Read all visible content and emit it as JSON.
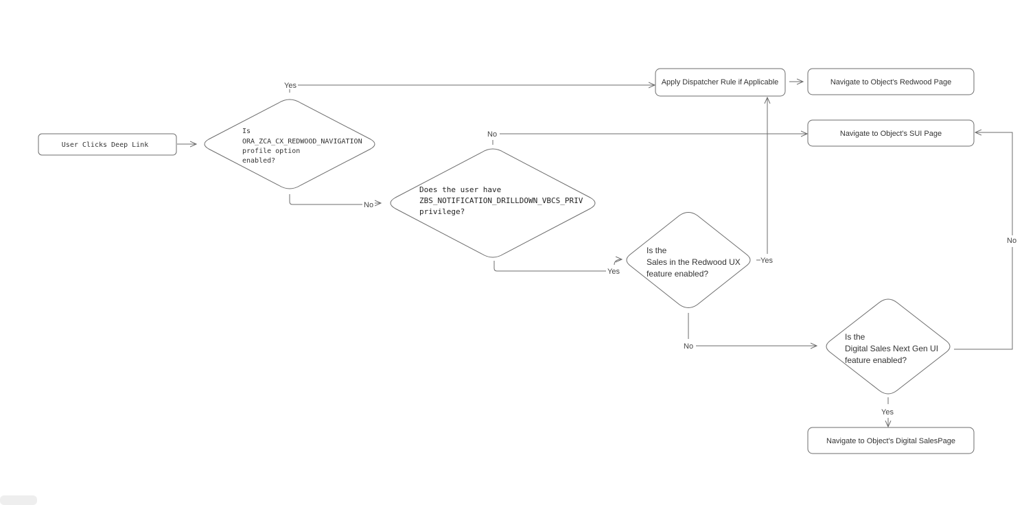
{
  "nodes": {
    "start": "User Clicks Deep Link",
    "decision_profile": [
      "Is",
      "ORA_ZCA_CX_REDWOOD_NAVIGATION",
      "profile option",
      "enabled?"
    ],
    "decision_privilege": [
      "Does the user have",
      "ZBS_NOTIFICATION_DRILLDOWN_VBCS_PRIV",
      "privilege?"
    ],
    "decision_sales_redwood": [
      "Is the",
      "Sales in the Redwood UX",
      "feature enabled?"
    ],
    "decision_digital_sales": [
      "Is the",
      "Digital Sales Next Gen UI",
      "feature enabled?"
    ],
    "apply_dispatcher": "Apply Dispatcher Rule if Applicable",
    "nav_redwood": "Navigate to Object's Redwood Page",
    "nav_sui": "Navigate to Object's SUI Page",
    "nav_digital_sales": "Navigate to Object's Digital SalesPage"
  },
  "edge_labels": {
    "profile_yes": "Yes",
    "profile_no": "No",
    "privilege_no": "No",
    "privilege_yes": "Yes",
    "sales_redwood_yes": "Yes",
    "sales_redwood_no": "No",
    "digital_sales_no": "No",
    "digital_sales_yes": "Yes"
  },
  "colors": {
    "stroke": "#6b6b6b",
    "text": "#333333",
    "background": "#ffffff"
  }
}
